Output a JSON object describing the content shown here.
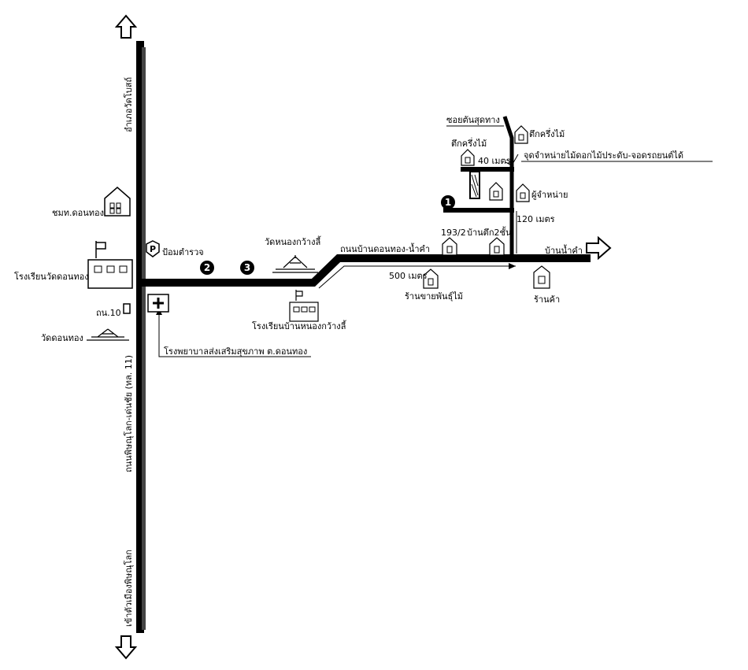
{
  "roads": {
    "north_destination": "อำเภอวัดโบสถ์",
    "highway": "ถนนพิษณุโลก-เด่นชัย (ทล. 11)",
    "south_destination": "เข้าตัวเมืองพิษณุโลก",
    "main_road": "ถนนบ้านดอนทอง-น้ำคำ",
    "east_destination": "บ้านน้ำคำ",
    "highway_marker": "ถน.10"
  },
  "places": {
    "community_house": "ชมท.ดอนทอง",
    "school_donthong": "โรงเรียนวัดดอนทอง",
    "police": "ป้อมตำรวจ",
    "temple_nongkwang": "วัดหนองกว้างลี้",
    "school_nongkwang": "โรงเรียนบ้านหนองกว้างลี้",
    "temple_donthong": "วัดดอนทอง",
    "health_center": "โรงพยาบาลส่งเสริมสุขภาพ ต.ดอนทอง",
    "house_1932": "193/2",
    "two_story_house": "บ้านตึก2ชั้น",
    "shop_sale": "ร้านขายพันธุ์ไม้",
    "shop_east": "ร้านค้า",
    "wood_house_left": "ตึกครึ่งไม้",
    "wood_house_right": "ตึกครึ่งไม้",
    "owner_house": "ผู้จำหน่าย",
    "dead_end": "ซอยตันสุดทาง",
    "sale_point": "จุดจำหน่ายไม้ดอกไม้ประดับ-จอดรถยนต์ได้"
  },
  "distances": {
    "d40": "40 เมตร",
    "d120": "120 เมตร",
    "d500": "500 เมตร"
  },
  "markers": [
    "1",
    "2",
    "3"
  ],
  "icons": [
    "arrow-up-icon",
    "arrow-down-icon",
    "arrow-right-icon",
    "house-icon",
    "school-icon",
    "temple-icon",
    "hospital-icon",
    "police-icon"
  ],
  "colors": {
    "road": "#000000",
    "background": "#ffffff"
  }
}
